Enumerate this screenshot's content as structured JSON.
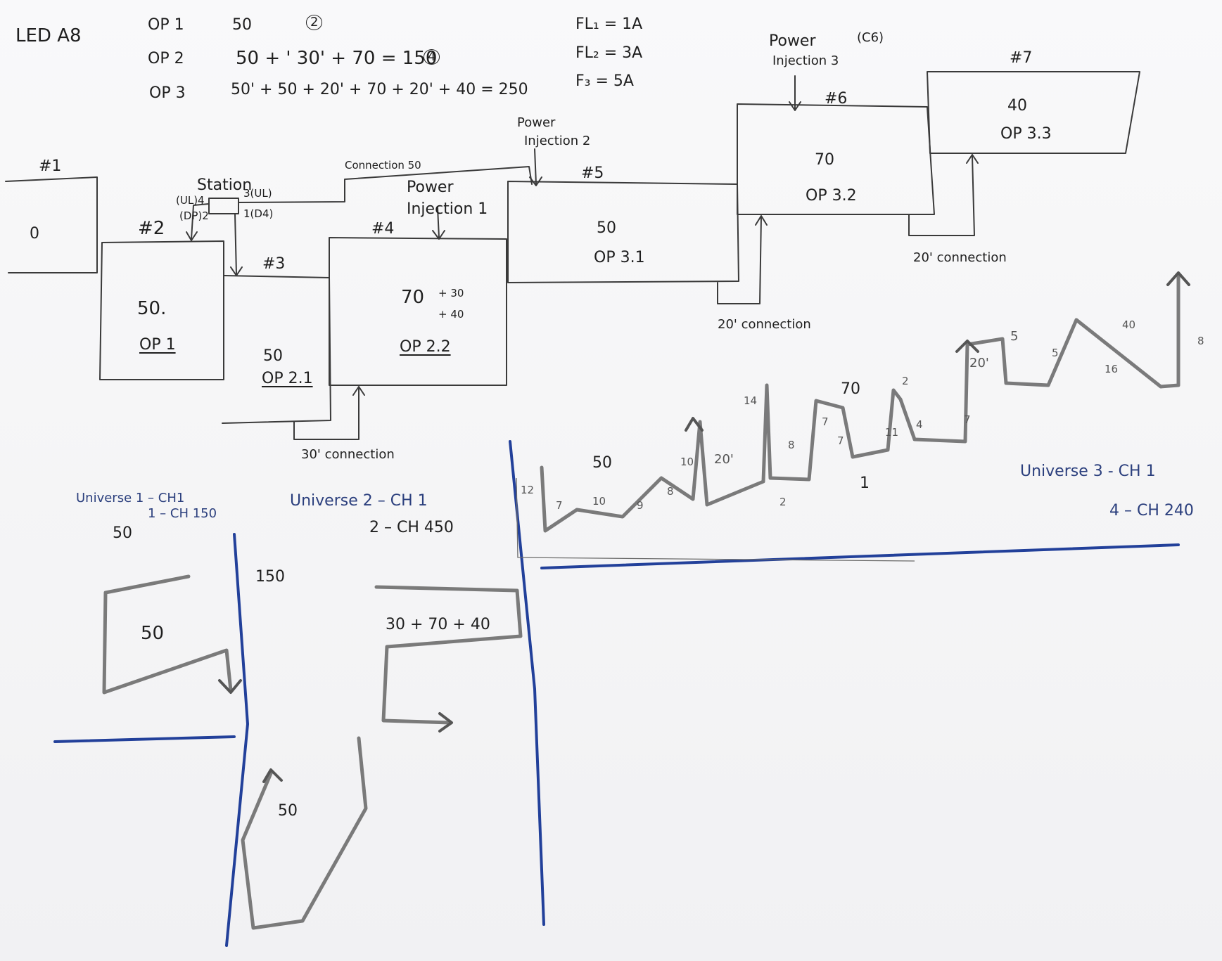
{
  "header": {
    "title": "LED A8",
    "ops": [
      {
        "label": "OP 1",
        "formula": "50",
        "badge": "2"
      },
      {
        "label": "OP 2",
        "formula": "50 + ' 30' + 70 = 150",
        "badge": "4"
      },
      {
        "label": "OP 3",
        "formula": "50' + 50 + 20' + 70 + 20' + 40 = 250"
      }
    ],
    "fuses": [
      "FL₁ = 1A",
      "FL₂ = 3A",
      "F₃ = 5A"
    ]
  },
  "sections": [
    {
      "id": "#1",
      "value": "0"
    },
    {
      "id": "#2",
      "value": "50.",
      "op": "OP 1"
    },
    {
      "id": "#3",
      "value": "50",
      "op": "OP 2.1"
    },
    {
      "id": "#4",
      "value": "70",
      "extra1": "+ 30",
      "extra2": "+ 40",
      "op": "OP 2.2"
    },
    {
      "id": "#5",
      "value": "50",
      "op": "OP 3.1"
    },
    {
      "id": "#6",
      "value": "70",
      "op": "OP 3.2"
    },
    {
      "id": "#7",
      "value": "40",
      "op": "OP 3.3"
    }
  ],
  "station": {
    "label": "Station",
    "port_ul4": "(UL)4",
    "port_ul3": "3(UL)",
    "port_dp2": "(DP)2",
    "port_d1": "1(D4)"
  },
  "connections": {
    "c50": "Connection 50",
    "c30": "30' connection",
    "c20a": "20' connection",
    "c20b": "20' connection"
  },
  "power": {
    "pi1_line1": "Power",
    "pi1_line2": "Injection 1",
    "pi2_line1": "Power",
    "pi2_line2": "Injection 2",
    "pi3_line1": "Power",
    "pi3_line2": "Injection 3",
    "pi3_tag": "(C6)"
  },
  "universes": {
    "u1_line1": "Universe 1 – CH1",
    "u1_line2": "1 – CH 150",
    "u1_count": "50",
    "u2_line1": "Universe 2 – CH 1",
    "u2_line2": "2 – CH 450",
    "u3_line1": "Universe 3 - CH 1",
    "u3_line2": "4 – CH 240"
  },
  "sketch_labels": {
    "s50_a": "50",
    "s150": "150",
    "s_sum": "30 + 70 + 40",
    "s50_b": "50",
    "zz50": "50",
    "zz70": "70",
    "zz_12": "12",
    "zz_7a": "7",
    "zz_10a": "10",
    "zz_9": "9",
    "zz_8a": "8",
    "zz_10b": "10",
    "zz_20a": "20'",
    "zz_14": "14",
    "zz_8b": "8",
    "zz_2a": "2",
    "zz_7b": "7",
    "zz_7c": "7",
    "zz_1": "1",
    "zz_11": "11",
    "zz_2b": "2",
    "zz_4": "4",
    "zz_7d": "7",
    "zz_20b": "20'",
    "zz_5a": "5",
    "zz_5b": "5",
    "zz_40": "40",
    "zz_16": "16",
    "zz_8c": "8"
  }
}
